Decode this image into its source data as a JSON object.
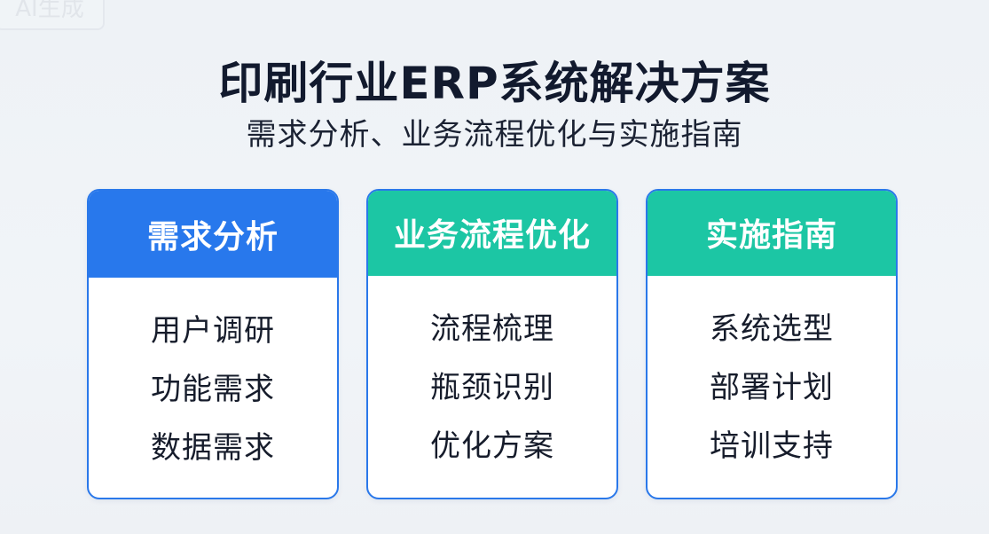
{
  "badge": {
    "label": "AI生成"
  },
  "header": {
    "title": "印刷行业ERP系统解决方案",
    "subtitle": "需求分析、业务流程优化与实施指南"
  },
  "colors": {
    "blue": "#2878ec",
    "green": "#1cc6a4",
    "border": "#2a78ea"
  },
  "cards": [
    {
      "title": "需求分析",
      "color": "blue",
      "items": [
        "用户调研",
        "功能需求",
        "数据需求"
      ]
    },
    {
      "title": "业务流程优化",
      "color": "green",
      "items": [
        "流程梳理",
        "瓶颈识别",
        "优化方案"
      ]
    },
    {
      "title": "实施指南",
      "color": "green",
      "items": [
        "系统选型",
        "部署计划",
        "培训支持"
      ]
    }
  ]
}
